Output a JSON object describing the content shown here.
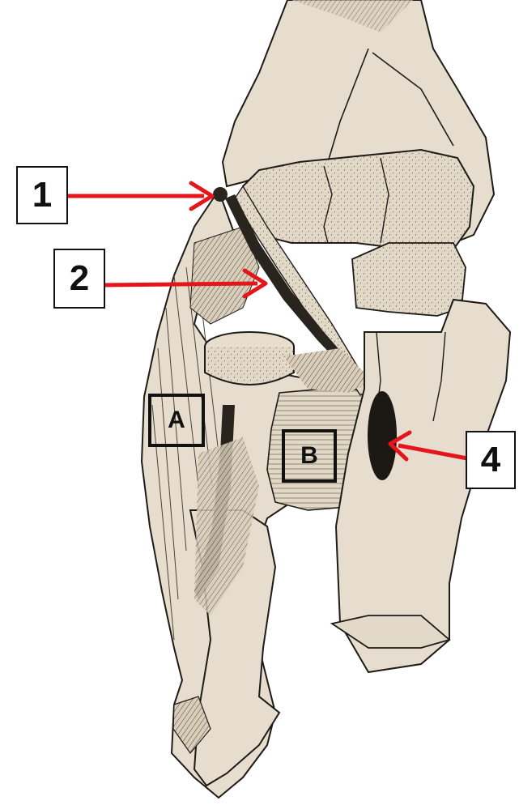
{
  "figure": {
    "kind": "anatomical line drawing",
    "colors": {
      "bone": "#e6ddce",
      "bone_shade": "#d6cab5",
      "ink": "#1e1b17",
      "ligament": "#3a332b",
      "arrow": "#e4161b",
      "label_border": "#111111"
    }
  },
  "labels": {
    "one": "1",
    "two": "2",
    "four": "4",
    "a": "A",
    "b": "B"
  }
}
